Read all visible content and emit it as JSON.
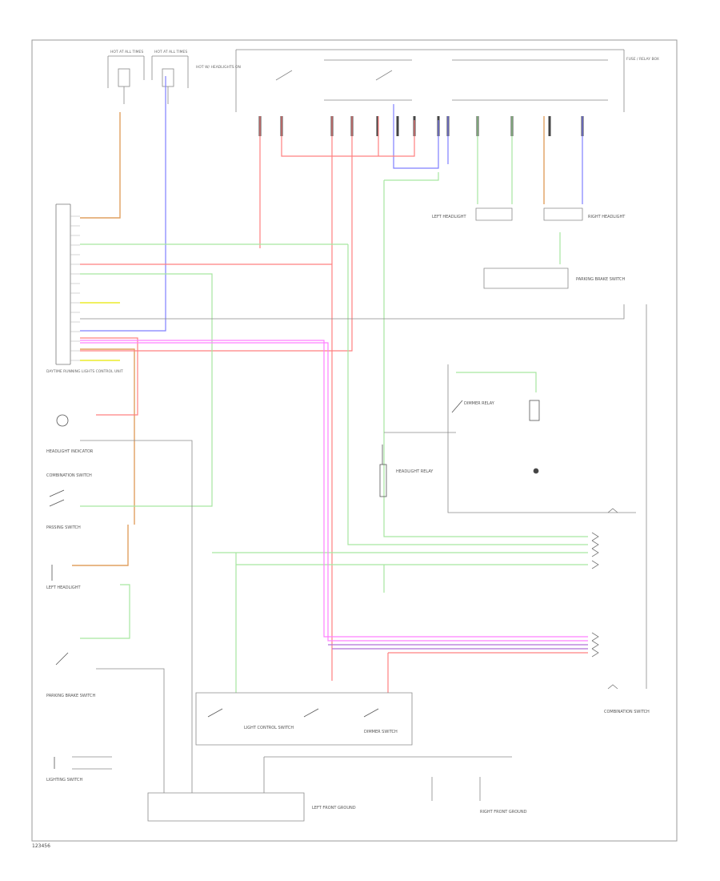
{
  "diagram": {
    "footer_code": "123456",
    "colors": {
      "red": "#ff8080",
      "green": "#a6e6a0",
      "blue": "#7f7fff",
      "orange": "#e0a060",
      "magenta": "#ff80ff",
      "purple": "#b070d8",
      "yellow": "#e6e600",
      "gray": "#8a8a8a",
      "dark": "#555555"
    },
    "labels": {
      "top_fuse_1": "HOT AT ALL TIMES",
      "top_fuse_2": "HOT AT ALL TIMES",
      "top_fuse_3": "HOT W/ HEADLIGHTS ON",
      "top_right": "FUSE / RELAY BOX",
      "left_module": "DAYTIME RUNNING LIGHTS CONTROL UNIT",
      "left_1": "HEADLIGHT INDICATOR",
      "left_2": "COMBINATION SWITCH",
      "left_3": "PASSING SWITCH",
      "left_4": "LEFT HEADLIGHT",
      "left_5": "PARKING BRAKE SWITCH",
      "left_6": "LIGHTING SWITCH",
      "mid_1": "DIMMER RELAY",
      "mid_2": "HEADLIGHT RELAY",
      "right_1": "RIGHT HEADLIGHT",
      "right_2": "LEFT HEADLIGHT",
      "right_3": "PARKING BRAKE SWITCH",
      "right_4": "COMBINATION SWITCH",
      "bottom_1": "LIGHT CONTROL SWITCH",
      "bottom_2": "DIMMER SWITCH",
      "bottom_3": "LEFT FRONT GROUND",
      "bottom_4": "RIGHT FRONT GROUND"
    }
  }
}
